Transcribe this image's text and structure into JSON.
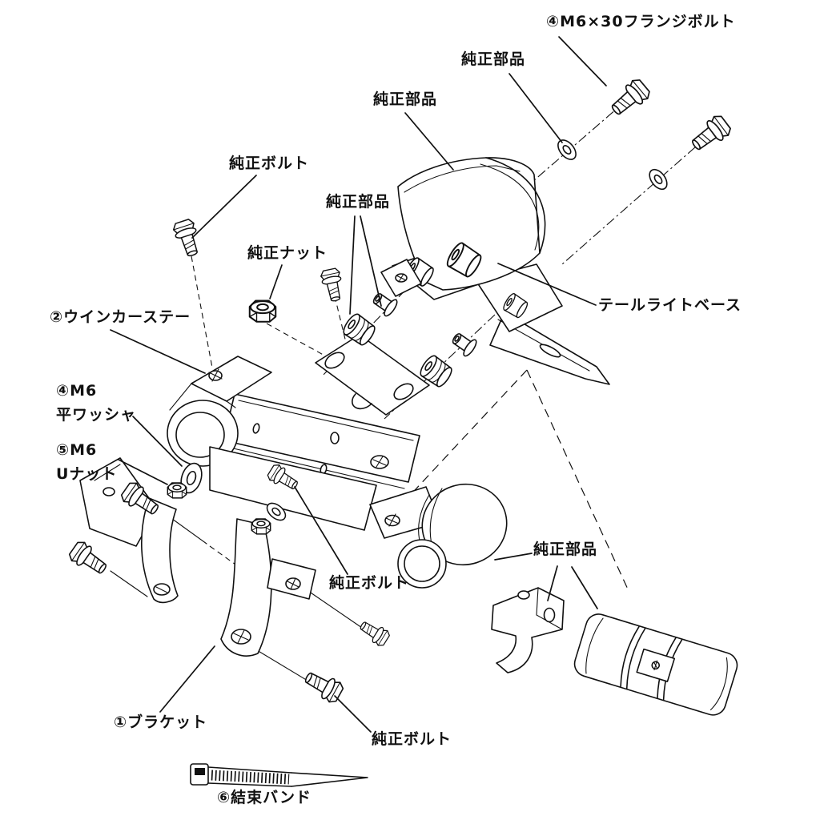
{
  "colors": {
    "ink": "#111111",
    "background": "#ffffff"
  },
  "diagram": {
    "type": "exploded-parts-diagram",
    "labels": {
      "flange_bolt_m6x30": "④M6×30フランジボルト",
      "oem_part_top_right": "純正部品",
      "oem_part_top_left": "純正部品",
      "oem_bolt_upper_left": "純正ボルト",
      "oem_part_center": "純正部品",
      "oem_nut": "純正ナット",
      "winker_stay": "②ウインカーステー",
      "tail_light_base": "テールライトベース",
      "m6_flat_washer_line1": "④M6",
      "m6_flat_washer_line2": "平ワッシャ",
      "m6_u_nut_line1": "⑤M6",
      "m6_u_nut_line2": "Uナット",
      "oem_bolt_center": "純正ボルト",
      "oem_part_right": "純正部品",
      "bracket": "①ブラケット",
      "oem_bolt_bottom": "純正ボルト",
      "cable_tie": "⑥結束バンド"
    }
  }
}
